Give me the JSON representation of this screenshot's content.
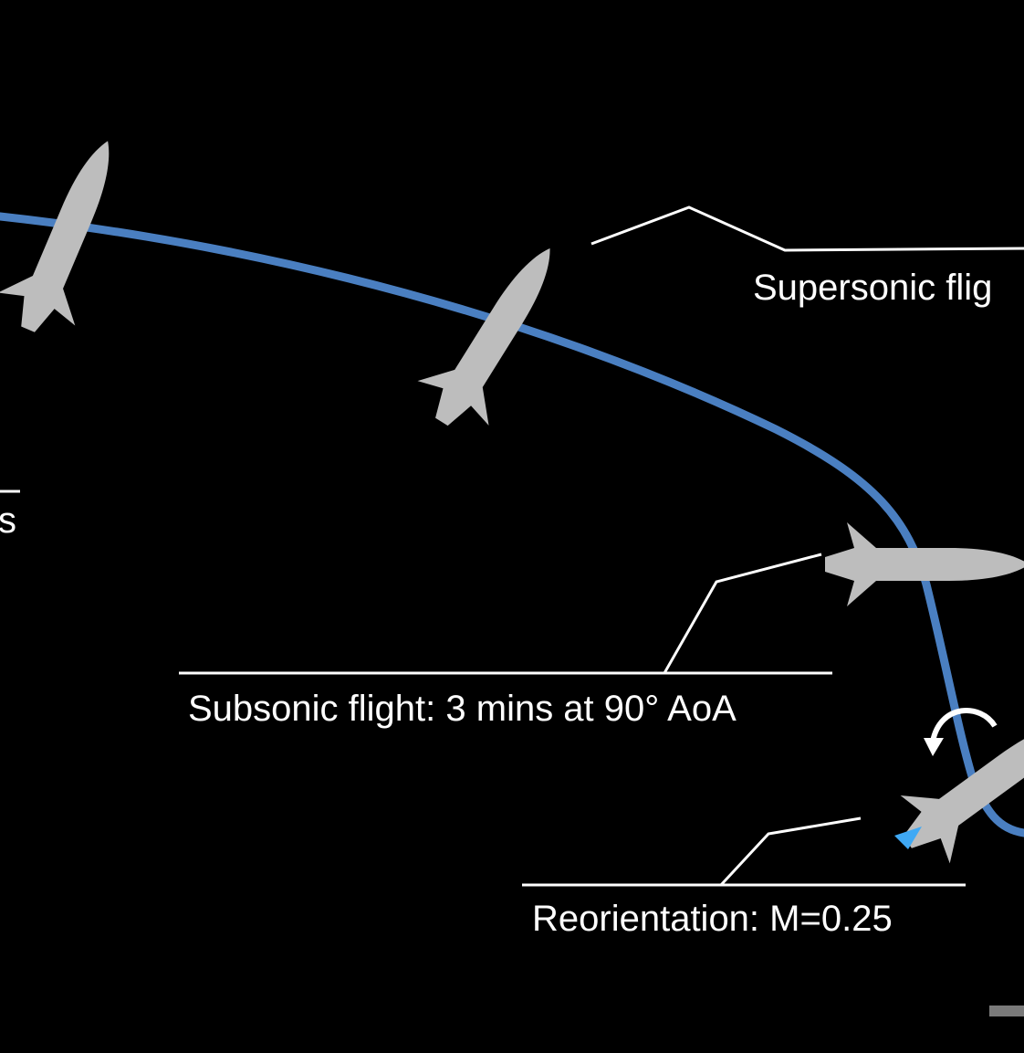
{
  "labels": {
    "supersonic": "Supersonic flig",
    "left_fragment": "s",
    "subsonic": "Subsonic flight: 3 mins at 90° AoA",
    "reorientation": "Reorientation: M=0.25"
  },
  "colors": {
    "background": "#000000",
    "trajectory": "#4a7fc1",
    "vehicle": "#bdbdbd",
    "text": "#ffffff",
    "thruster": "#3fa9f5"
  },
  "icons": {
    "rotation": "curved-arrow-icon"
  }
}
